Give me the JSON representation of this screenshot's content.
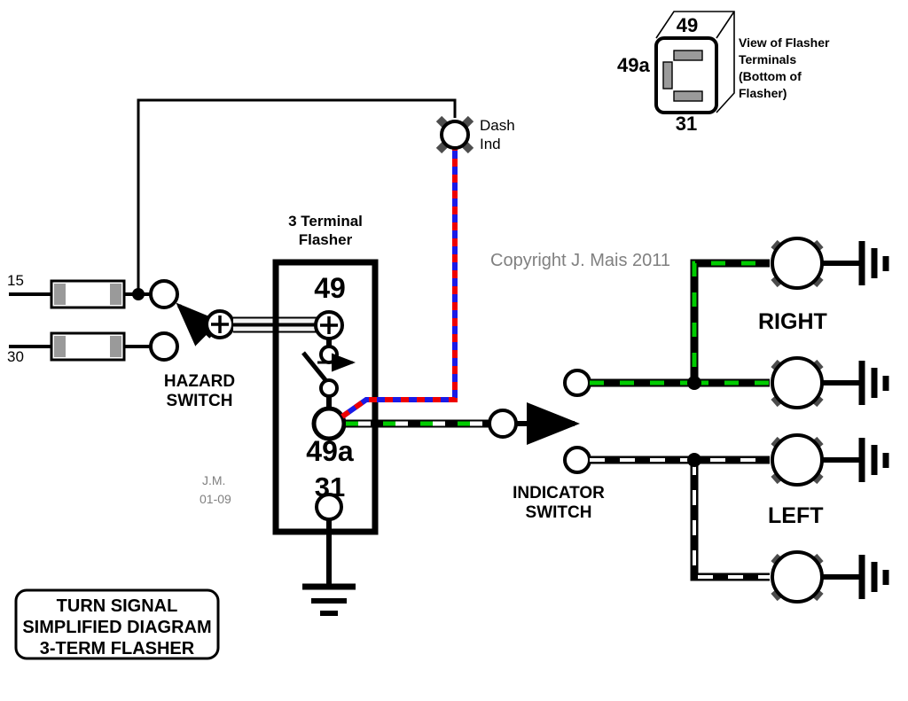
{
  "title_box": {
    "line1": "TURN SIGNAL",
    "line2": "SIMPLIFIED DIAGRAM",
    "line3": "3-TERM FLASHER"
  },
  "copyright": "Copyright J. Mais 2011",
  "signature": {
    "initials": "J.M.",
    "date": "01-09"
  },
  "flasher": {
    "caption_line1": "3 Terminal",
    "caption_line2": "Flasher",
    "terminal_49": "49",
    "terminal_49a": "49a",
    "terminal_31": "31",
    "plus_symbol": "+"
  },
  "inset": {
    "terminal_top": "49",
    "terminal_left": "49a",
    "terminal_bottom": "31",
    "caption_line1": "View of Flasher",
    "caption_line2": "Terminals",
    "caption_line3": "(Bottom of",
    "caption_line4": "Flasher)"
  },
  "fuses": [
    {
      "name": "fuse-15",
      "label": "15"
    },
    {
      "name": "fuse-30",
      "label": "30"
    }
  ],
  "switches": {
    "hazard_line1": "HAZARD",
    "hazard_line2": "SWITCH",
    "hazard_plus": "+",
    "indicator_line1": "INDICATOR",
    "indicator_line2": "SWITCH"
  },
  "lamps": {
    "dash_line1": "Dash",
    "dash_line2": "Ind",
    "right": "RIGHT",
    "left": "LEFT"
  },
  "colors": {
    "wire_black": "#000000",
    "wire_green": "#00cc00",
    "wire_red": "#ee0000",
    "wire_blue": "#1a1ae6",
    "wire_white": "#ffffff",
    "lamp_ray": "#4d4d4d",
    "fuse_cap": "#9a9a9a",
    "gray_text": "#808080"
  }
}
